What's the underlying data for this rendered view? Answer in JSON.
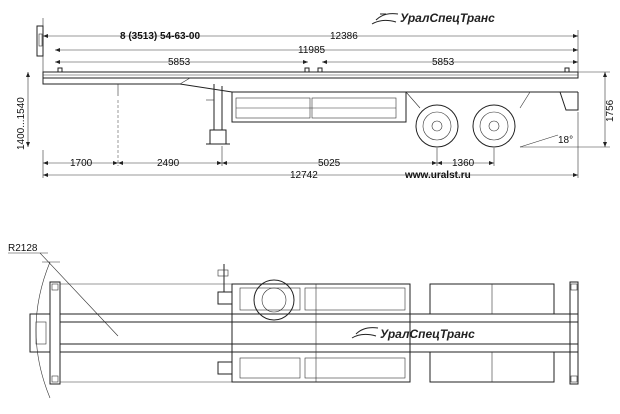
{
  "brand": {
    "name": "УралСпецТранс"
  },
  "contacts": {
    "phone": "8 (3513) 54-63-00",
    "website": "www.uralst.ru"
  },
  "side_view": {
    "dims_top": {
      "total": "12386",
      "inner": "11985",
      "left_half": "5853",
      "right_half": "5853"
    },
    "dims_bottom": {
      "a": "1700",
      "b": "2490",
      "c": "5025",
      "d": "1360",
      "total": "12742"
    },
    "dims_left": {
      "height_range": "1400...1540"
    },
    "dims_right": {
      "height": "1756",
      "angle": "18°"
    }
  },
  "top_view": {
    "radius": "R2128"
  }
}
